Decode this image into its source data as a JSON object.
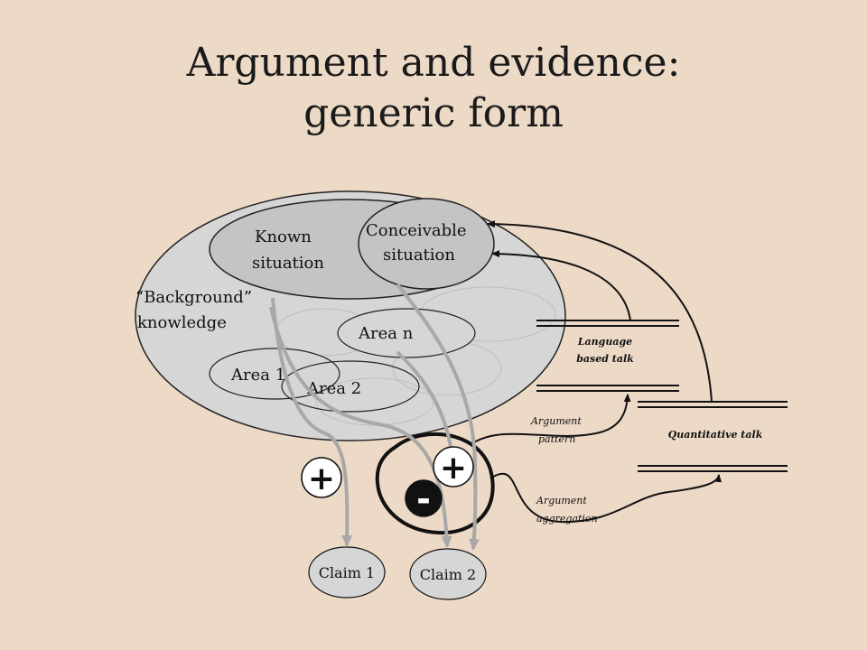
{
  "title": {
    "line1": "Argument and evidence:",
    "line2": "generic form"
  },
  "diagram": {
    "background_knowledge": "“Background” knowledge",
    "background_line1": "“Background”",
    "background_line2": "knowledge",
    "known_situation_line1": "Known",
    "known_situation_line2": "situation",
    "conceivable_situation_line1": "Conceivable",
    "conceivable_situation_line2": "situation",
    "area_n": "Area n",
    "area_1": "Area 1",
    "area_2": "Area 2",
    "language_talk_line1": "Language",
    "language_talk_line2": "based talk",
    "quantitative_talk": "Quantitative talk",
    "argument_pattern_line1": "Argument",
    "argument_pattern_line2": "pattern",
    "argument_aggregation_line1": "Argument",
    "argument_aggregation_line2": "aggregation",
    "plus_symbol": "+",
    "plus_symbol_2": "+",
    "minus_symbol": "-",
    "claim_1": "Claim 1",
    "claim_2": "Claim 2"
  },
  "colors": {
    "background": "#ecd9c6",
    "bubble_fill": "#d6d6d6",
    "known_fill": "#c4c4c4",
    "gray_arrow": "#a8a8a8",
    "line": "#111111"
  }
}
